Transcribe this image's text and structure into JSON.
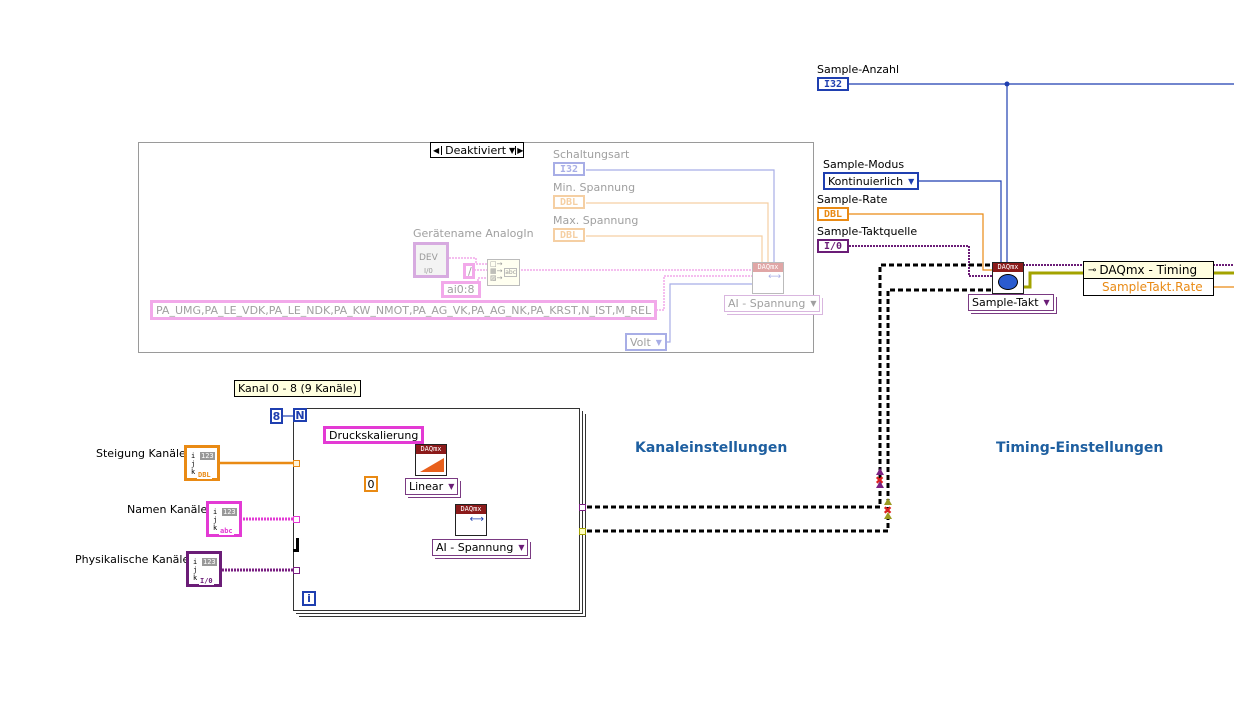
{
  "diagram": {
    "case_structure": {
      "selector_value": "Deaktiviert",
      "device_label": "Gerätename AnalogIn",
      "device_value": "DEV",
      "device_type": "I/0",
      "slash_const": "/",
      "channel_const": "ai0:8",
      "names_const": "PA_UMG,PA_LE_VDK,PA_LE_NDK,PA_KW_NMOT,PA_AG_VK,PA_AG_NK,PA_KRST,N_IST,M_REL",
      "schaltungsart_label": "Schaltungsart",
      "schaltungsart_type": "I32",
      "min_label": "Min. Spannung",
      "min_type": "DBL",
      "max_label": "Max. Spannung",
      "max_type": "DBL",
      "daqmx_header": "DAQmx",
      "ai_ring": "AI - Spannung",
      "unit_ring": "Volt"
    },
    "timing_inputs": {
      "sample_anzahl_label": "Sample-Anzahl",
      "sample_anzahl_type": "I32",
      "sample_modus_label": "Sample-Modus",
      "sample_modus_value": "Kontinuierlich",
      "sample_rate_label": "Sample-Rate",
      "sample_rate_type": "DBL",
      "taktquelle_label": "Sample-Taktquelle",
      "taktquelle_type": "I/0",
      "timing_vi_header": "DAQmx",
      "sample_takt_ring": "Sample-Takt"
    },
    "property_node": {
      "title": "DAQmx - Timing",
      "property": "SampleTakt.Rate"
    },
    "loop": {
      "comment": "Kanal 0 - 8 (9 Kanäle)",
      "count_const": "8",
      "count_terminal": "N",
      "iteration_terminal": "i",
      "scale_name": "Druckskalierung",
      "zero_const": "0",
      "scale_ring": "Linear",
      "scale_daqmx_header": "DAQmx",
      "channel_daqmx_header": "DAQmx",
      "channel_ring": "AI - Spannung"
    },
    "array_controls": [
      {
        "label": "Steigung Kanäle",
        "type": "DBL",
        "index": "123"
      },
      {
        "label": "Namen Kanäle",
        "type": "abc",
        "index": "123"
      },
      {
        "label": "Physikalische Kanäle",
        "type": "I/0",
        "index": "123"
      }
    ],
    "sections": {
      "channel_settings": "Kanaleinstellungen",
      "timing_settings": "Timing-Einstellungen"
    },
    "colors": {
      "i32": "#1f3fb0",
      "dbl": "#e98a14",
      "io": "#6b1d77",
      "string": "#e33ad4",
      "section": "#1e5fa0",
      "daqmx_header": "#8b1a1a",
      "broken_wire": "#000000"
    }
  }
}
